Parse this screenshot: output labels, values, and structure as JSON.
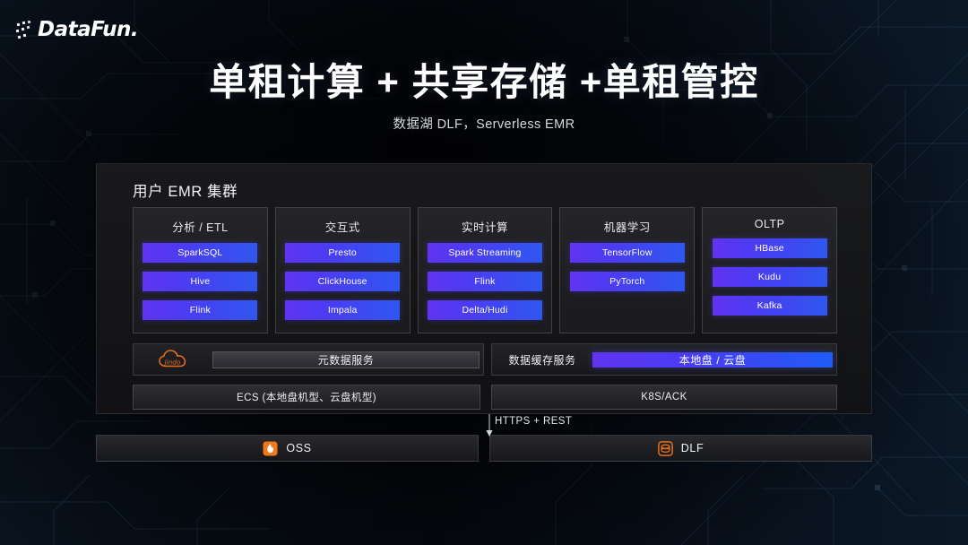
{
  "brand": {
    "name": "DataFun.",
    "dots_icon": "dot-matrix-icon"
  },
  "heading": {
    "title": "单租计算 + 共享存储 +单租管控",
    "subtitle": "数据湖 DLF，Serverless EMR"
  },
  "panel": {
    "title": "用户 EMR 集群",
    "columns": [
      {
        "title": "分析 / ETL",
        "items": [
          "SparkSQL",
          "Hive",
          "Flink"
        ]
      },
      {
        "title": "交互式",
        "items": [
          "Presto",
          "ClickHouse",
          "Impala"
        ]
      },
      {
        "title": "实时计算",
        "items": [
          "Spark Streaming",
          "Flink",
          "Delta/Hudi"
        ]
      },
      {
        "title": "机器学习",
        "items": [
          "TensorFlow",
          "PyTorch"
        ]
      },
      {
        "title": "OLTP",
        "items": [
          "HBase",
          "Kudu",
          "Kafka"
        ]
      }
    ],
    "services": {
      "jindo_logo": "jindo-cloud-icon",
      "metadata_service": "元数据服务",
      "cache_service": "数据缓存服务",
      "disk": "本地盘 / 云盘"
    },
    "infrastructure": {
      "ecs": "ECS (本地盘机型、云盘机型)",
      "k8s": "K8S/ACK"
    }
  },
  "connector": {
    "label": "HTTPS + REST",
    "icon": "down-arrow-icon"
  },
  "storage": [
    {
      "label": "OSS",
      "icon": "oss-flame-icon"
    },
    {
      "label": "DLF",
      "icon": "dlf-icon"
    }
  ],
  "colors": {
    "accent_purple": "#6034f2",
    "accent_blue": "#2f57f0",
    "brand_orange": "#e8701a",
    "panel_bg": "#1a1a1d",
    "page_bg": "#050508"
  }
}
